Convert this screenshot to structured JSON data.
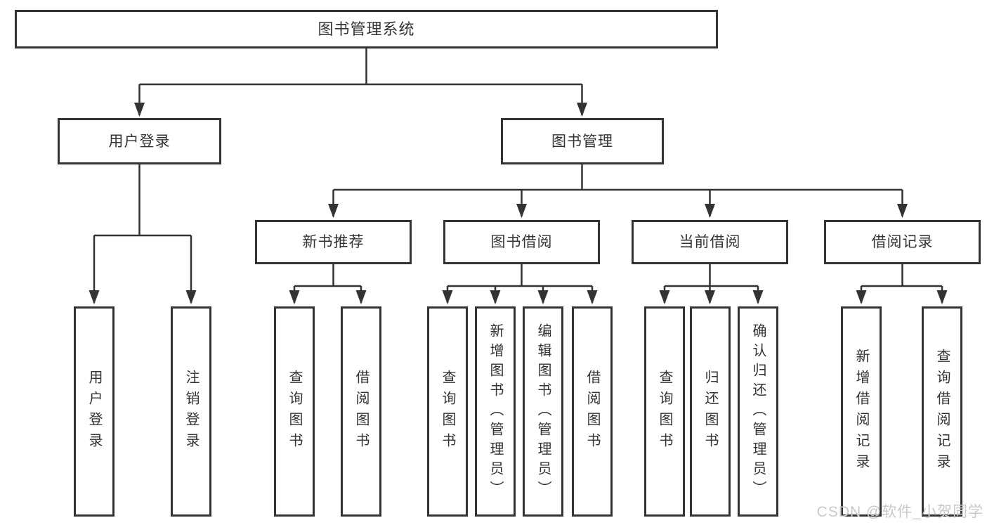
{
  "tree": {
    "root": {
      "label": "图书管理系统"
    },
    "branches": [
      {
        "label": "用户登录",
        "children": [
          {
            "label": "用户登录"
          },
          {
            "label": "注销登录"
          }
        ]
      },
      {
        "label": "图书管理",
        "children": [
          {
            "label": "新书推荐",
            "children": [
              {
                "label": "查询图书"
              },
              {
                "label": "借阅图书"
              }
            ]
          },
          {
            "label": "图书借阅",
            "children": [
              {
                "label": "查询图书"
              },
              {
                "label": "新增图书（管理员）"
              },
              {
                "label": "编辑图书（管理员）"
              },
              {
                "label": "借阅图书"
              }
            ]
          },
          {
            "label": "当前借阅",
            "children": [
              {
                "label": "查询图书"
              },
              {
                "label": "归还图书"
              },
              {
                "label": "确认归还（管理员）"
              }
            ]
          },
          {
            "label": "借阅记录",
            "children": [
              {
                "label": "新增借阅记录"
              },
              {
                "label": "查询借阅记录"
              }
            ]
          }
        ]
      }
    ]
  },
  "watermark": {
    "text": "CSDN @软件_小贺同学"
  },
  "colors": {
    "line": "#333333",
    "text": "#333333",
    "watermark": "#c8c8c8",
    "background": "#ffffff"
  }
}
